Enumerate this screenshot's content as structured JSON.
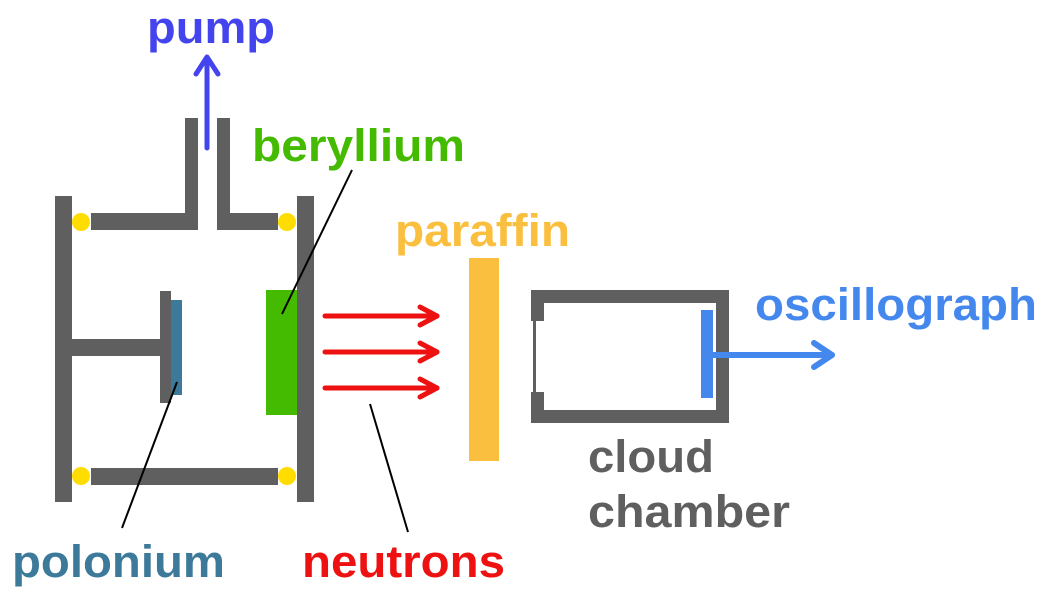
{
  "labels": {
    "pump": "pump",
    "beryllium": "beryllium",
    "paraffin": "paraffin",
    "oscillograph": "oscillograph",
    "cloud_line1": "cloud",
    "cloud_line2": "chamber",
    "polonium": "polonium",
    "neutrons": "neutrons"
  },
  "colors": {
    "wall": "#5f5f5f",
    "seal": "#ffdd00",
    "pump": "#4444ee",
    "beryllium": "#44bb00",
    "polonium": "#3d7a9a",
    "neutrons": "#ee1111",
    "paraffin": "#fbbf3f",
    "oscillograph": "#4488ee",
    "cloud_chamber": "#5f5f5f"
  }
}
